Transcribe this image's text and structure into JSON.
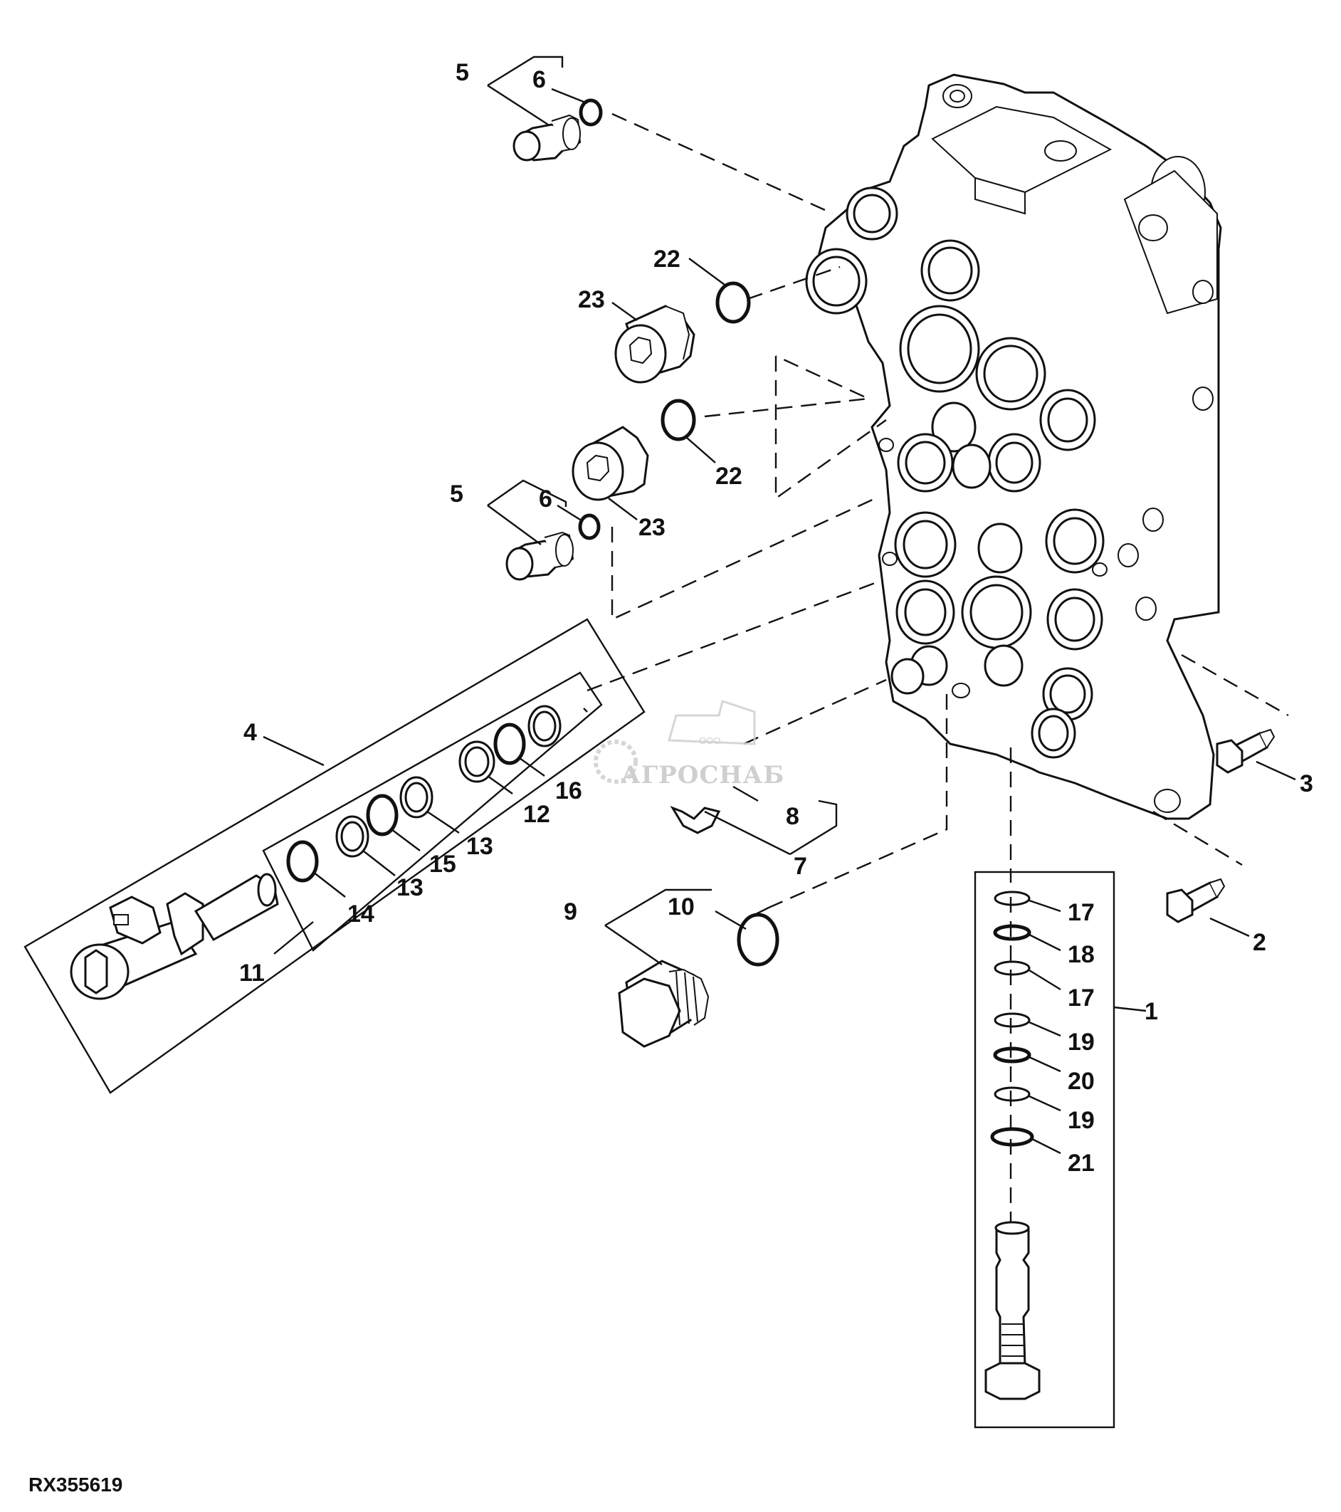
{
  "figure_id": "RX355619",
  "watermark": {
    "brand": "АГРОСНАБ",
    "prefix": "ООО"
  },
  "callouts": {
    "c1": "1",
    "c2": "2",
    "c3": "3",
    "c4": "4",
    "c5a": "5",
    "c5b": "5",
    "c6a": "6",
    "c6b": "6",
    "c7": "7",
    "c8": "8",
    "c9": "9",
    "c10": "10",
    "c11": "11",
    "c12": "12",
    "c13a": "13",
    "c13b": "13",
    "c14": "14",
    "c15": "15",
    "c16": "16",
    "c17a": "17",
    "c17b": "17",
    "c18": "18",
    "c19a": "19",
    "c19b": "19",
    "c20": "20",
    "c21": "21",
    "c22a": "22",
    "c22b": "22",
    "c23a": "23",
    "c23b": "23"
  }
}
